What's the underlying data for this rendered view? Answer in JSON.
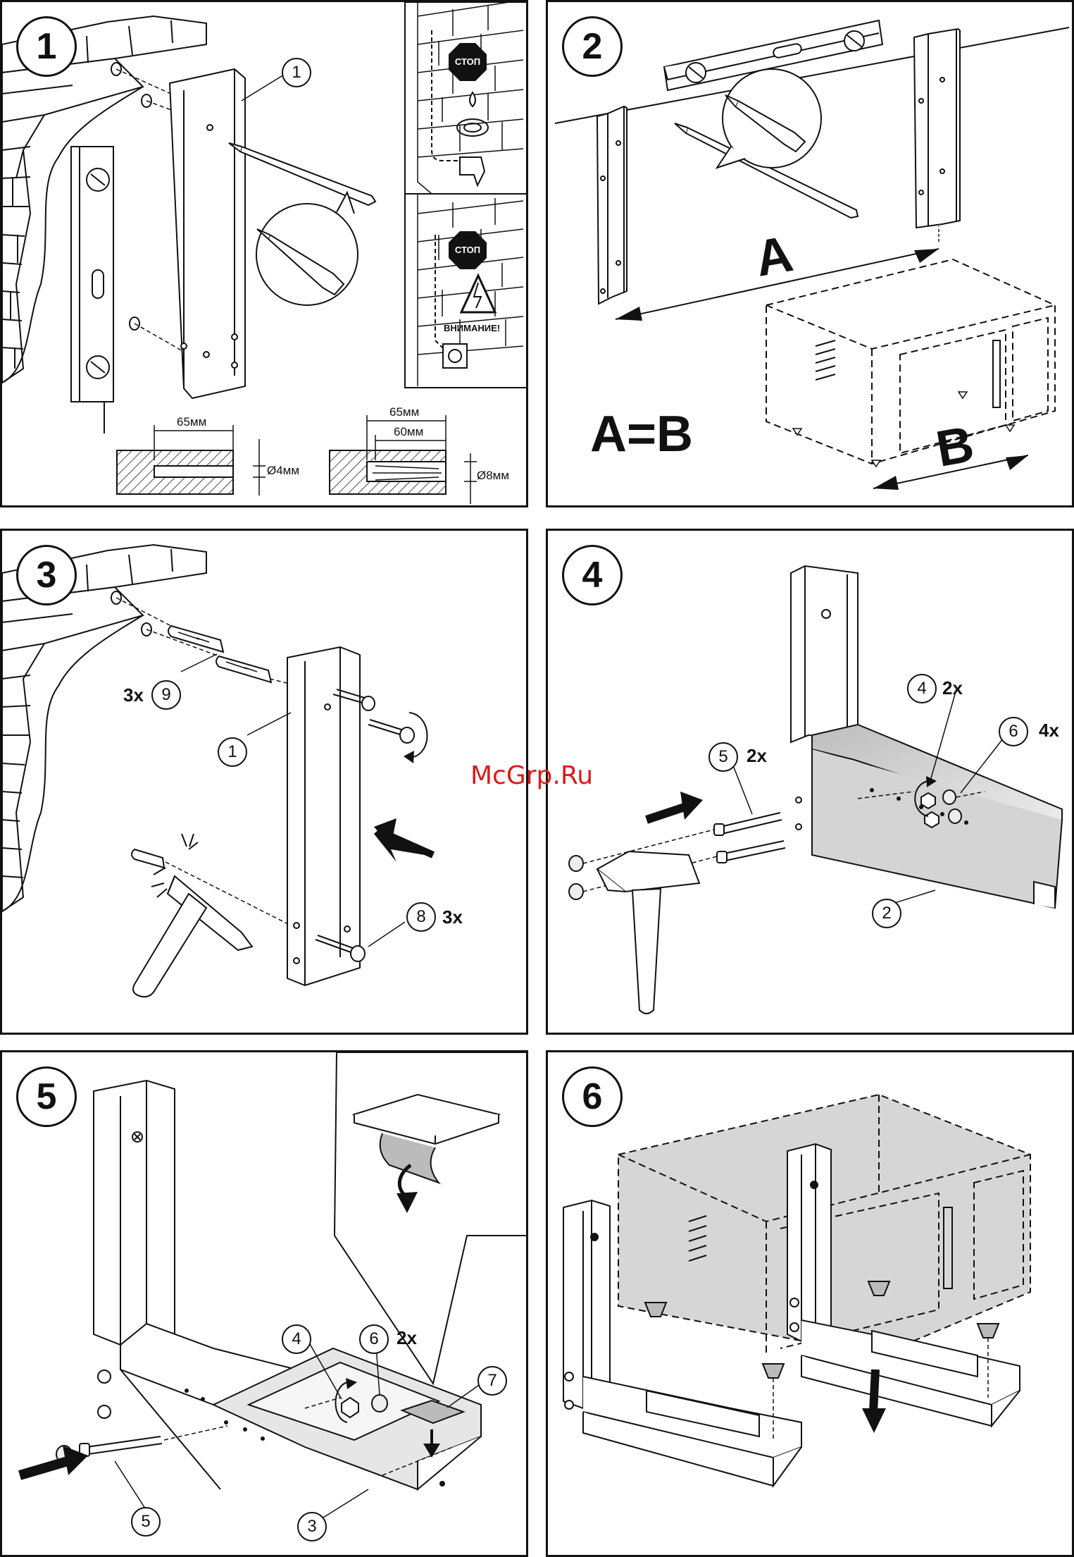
{
  "steps": [
    {
      "number": "1"
    },
    {
      "number": "2"
    },
    {
      "number": "3"
    },
    {
      "number": "4"
    },
    {
      "number": "5"
    },
    {
      "number": "6"
    }
  ],
  "panel1": {
    "callout_part": "1",
    "stop_label_1": "СТОП",
    "stop_label_2": "СТОП",
    "warning_label": "ВНИМАНИЕ!",
    "dim_depth_a": "65мм",
    "dim_diam_a": "Ø4мм",
    "dim_depth_b": "65мм",
    "dim_depth_b2": "60мм",
    "dim_diam_b": "Ø8мм"
  },
  "panel2": {
    "label_a": "A",
    "label_b": "B",
    "equation": "A=B"
  },
  "panel3": {
    "qty_dowel": "3x",
    "callout_dowel": "9",
    "callout_bracket": "1",
    "callout_screw": "8",
    "qty_screw": "3x"
  },
  "panel4": {
    "callout_nut": "4",
    "qty_nut": "2x",
    "callout_cap": "6",
    "qty_cap": "4x",
    "callout_bolt": "5",
    "qty_bolt": "2x",
    "callout_arm": "2"
  },
  "panel5": {
    "callout_nut": "4",
    "callout_cap": "6",
    "qty_cap": "2x",
    "callout_pad": "7",
    "callout_bolt": "5",
    "callout_arm": "3"
  },
  "watermark": "McGrp.Ru"
}
